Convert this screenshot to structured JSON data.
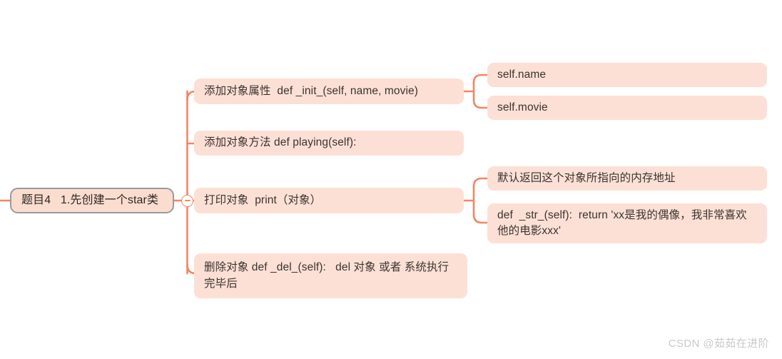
{
  "diagram": {
    "type": "mindmap",
    "background_color": "#ffffff",
    "node_fill": "#fce0d5",
    "edge_color": "#f08763",
    "root_border_color": "#9a9a9a",
    "text_color": "#3b3330",
    "root": {
      "label": "题目4   1.先创建一个star类",
      "toggle": {
        "state": "expanded",
        "icon": "minus-icon"
      }
    },
    "branches": [
      {
        "id": "branch-init",
        "label": "添加对象属性  def _init_(self, name, movie)",
        "children": [
          {
            "id": "leaf-self-name",
            "label": "self.name"
          },
          {
            "id": "leaf-self-movie",
            "label": "self.movie"
          }
        ]
      },
      {
        "id": "branch-method",
        "label": "添加对象方法 def playing(self):",
        "children": []
      },
      {
        "id": "branch-print",
        "label": "打印对象  print（对象）",
        "children": [
          {
            "id": "leaf-default-addr",
            "label": "默认返回这个对象所指向的内存地址"
          },
          {
            "id": "leaf-str-method",
            "label": "def  _str_(self):  return 'xx是我的偶像，我非常喜欢他的电影xxx'"
          }
        ]
      },
      {
        "id": "branch-del",
        "label": "删除对象 def _del_(self):   del 对象 或者 系统执行完毕后",
        "children": []
      }
    ]
  },
  "watermark": {
    "text": "CSDN @茹茹在进阶"
  }
}
